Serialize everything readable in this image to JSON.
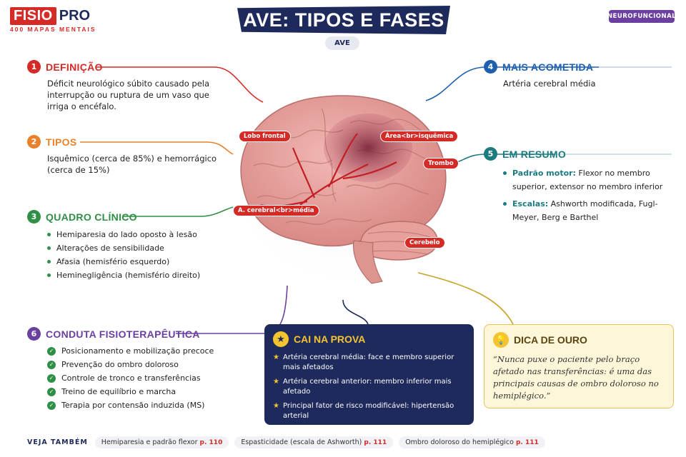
{
  "brand": {
    "fisio": "FISIO",
    "pro": "PRO",
    "subtitle": "400 MAPAS MENTAIS"
  },
  "header": {
    "title": "AVE: TIPOS E FASES",
    "topic_pill": "AVE",
    "category_badge": "NEUROFUNCIONAL"
  },
  "sections": [
    {
      "num": "1",
      "title": "DEFINIÇÃO",
      "color": "#d42b27",
      "body": "Déficit neurológico súbito causado pela interrupção ou ruptura de um vaso que irriga o encéfalo."
    },
    {
      "num": "2",
      "title": "TIPOS",
      "color": "#e8812a",
      "body": "Isquêmico (cerca de 85%) e hemorrágico (cerca de 15%)"
    },
    {
      "num": "3",
      "title": "QUADRO CLÍNICO",
      "color": "#2f8f46",
      "items": [
        "Hemiparesia do lado oposto à lesão",
        "Alterações de sensibilidade",
        "Afasia (hemisfério esquerdo)",
        "Heminegligência (hemisfério direito)"
      ]
    },
    {
      "num": "4",
      "title": "MAIS ACOMETIDA",
      "color": "#1f5fb0",
      "body": "Artéria cerebral média"
    },
    {
      "num": "5",
      "title": "EM RESUMO",
      "color": "#1b7b7e",
      "items": [
        {
          "key": "Padrão motor:",
          "text": "Flexor no membro superior, extensor no membro inferior"
        },
        {
          "key": "Escalas:",
          "text": "Ashworth modificada, Fugl-Meyer, Berg e Barthel"
        }
      ]
    },
    {
      "num": "6",
      "title": "CONDUTA FISIOTERAPÊUTICA",
      "color": "#6b3fa0",
      "items": [
        "Posicionamento e mobilização precoce",
        "Prevenção do ombro doloroso",
        "Controle de tronco e transferências",
        "Treino de equilíbrio e marcha",
        "Terapia por contensão induzida (MS)"
      ]
    }
  ],
  "brain_labels": {
    "lobo_frontal": "Lobo frontal",
    "area_isquemica": "Área<br>isquêmica",
    "trombo": "Trombo",
    "arteria_media": "A. cerebral<br>média",
    "cerebelo": "Cerebelo"
  },
  "prova": {
    "title": "CAI NA PROVA",
    "items": [
      "Artéria cerebral média: face e membro superior mais afetados",
      "Artéria cerebral anterior: membro inferior mais afetado",
      "Principal fator de risco modificável: hipertensão arterial"
    ]
  },
  "dica": {
    "title": "DICA DE OURO",
    "text": "“Nunca puxe o paciente pelo braço afetado nas transferências: é uma das principais causas de ombro doloroso no hemiplégico.”"
  },
  "veja": {
    "label": "VEJA TAMBÉM",
    "links": [
      {
        "text": "Hemiparesia e padrão flexor",
        "page": "p. 110"
      },
      {
        "text": "Espasticidade (escala de Ashworth)",
        "page": "p. 111"
      },
      {
        "text": "Ombro doloroso do hemiplégico",
        "page": "p. 111"
      }
    ]
  },
  "colors": {
    "navy": "#1f2a5c",
    "red": "#d42b27",
    "orange": "#e8812a",
    "green": "#2f8f46",
    "blue": "#1f5fb0",
    "teal": "#1b7b7e",
    "purple": "#6b3fa0",
    "gold": "#f4c430"
  }
}
